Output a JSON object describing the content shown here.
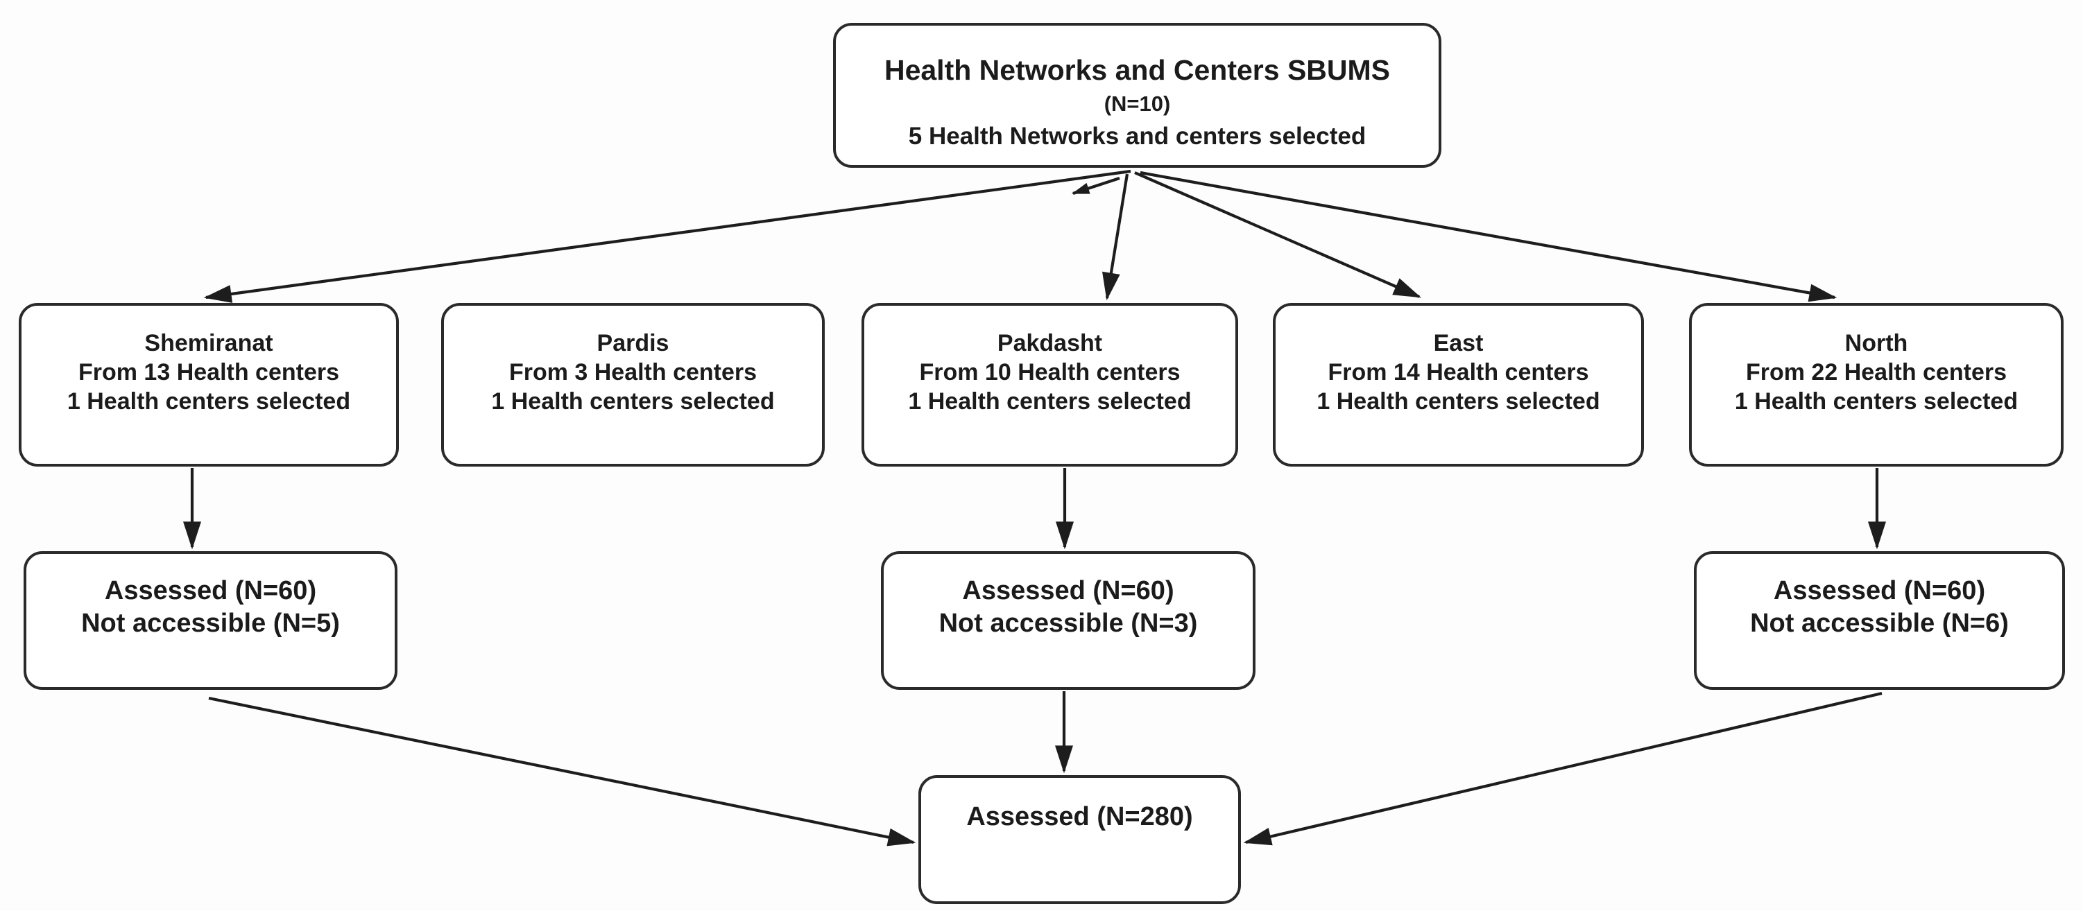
{
  "figure": {
    "type": "sampling-flow-diagram",
    "colors": {
      "background": "#fdfdfd",
      "box_fill": "#ffffff",
      "box_border": "#2a2a2a",
      "arrow": "#1d1d1d",
      "text": "#1b1b1b"
    },
    "nodes": {
      "root": {
        "title": "Health Networks and Centers SBUMS",
        "n": "(N=10)",
        "note": "5 Health Networks and centers selected"
      },
      "shemiranat": {
        "title": "Shemiranat",
        "line2": "From 13 Health centers",
        "line3": "1 Health centers selected"
      },
      "pardis": {
        "title": "Pardis",
        "line2": "From 3 Health centers",
        "line3": "1 Health centers selected"
      },
      "pakdasht": {
        "title": "Pakdasht",
        "line2": "From 10 Health centers",
        "line3": "1 Health centers selected"
      },
      "east": {
        "title": "East",
        "line2": "From 14 Health centers",
        "line3": "1 Health centers selected"
      },
      "north": {
        "title": "North",
        "line2": "From 22 Health centers",
        "line3": "1 Health centers selected"
      },
      "assessed_shemiranat": {
        "line1": "Assessed (N=60)",
        "line2": "Not accessible (N=5)"
      },
      "assessed_pakdasht": {
        "line1": "Assessed (N=60)",
        "line2": "Not accessible (N=3)"
      },
      "assessed_north": {
        "line1": "Assessed (N=60)",
        "line2": "Not accessible (N=6)"
      },
      "final": {
        "line1": "Assessed (N=280)"
      }
    },
    "edges": [
      {
        "from": "root",
        "to": "shemiranat",
        "style": "arrow"
      },
      {
        "from": "root",
        "to": "pardis",
        "style": "short-stub-arrow"
      },
      {
        "from": "root",
        "to": "pakdasht",
        "style": "arrow"
      },
      {
        "from": "root",
        "to": "east",
        "style": "arrow"
      },
      {
        "from": "root",
        "to": "north",
        "style": "arrow"
      },
      {
        "from": "shemiranat",
        "to": "assessed_shemiranat",
        "style": "arrow"
      },
      {
        "from": "pakdasht",
        "to": "assessed_pakdasht",
        "style": "arrow"
      },
      {
        "from": "north",
        "to": "assessed_north",
        "style": "arrow"
      },
      {
        "from": "assessed_shemiranat",
        "to": "final",
        "style": "arrow"
      },
      {
        "from": "assessed_pakdasht",
        "to": "final",
        "style": "arrow"
      },
      {
        "from": "assessed_north",
        "to": "final",
        "style": "arrow"
      }
    ]
  }
}
